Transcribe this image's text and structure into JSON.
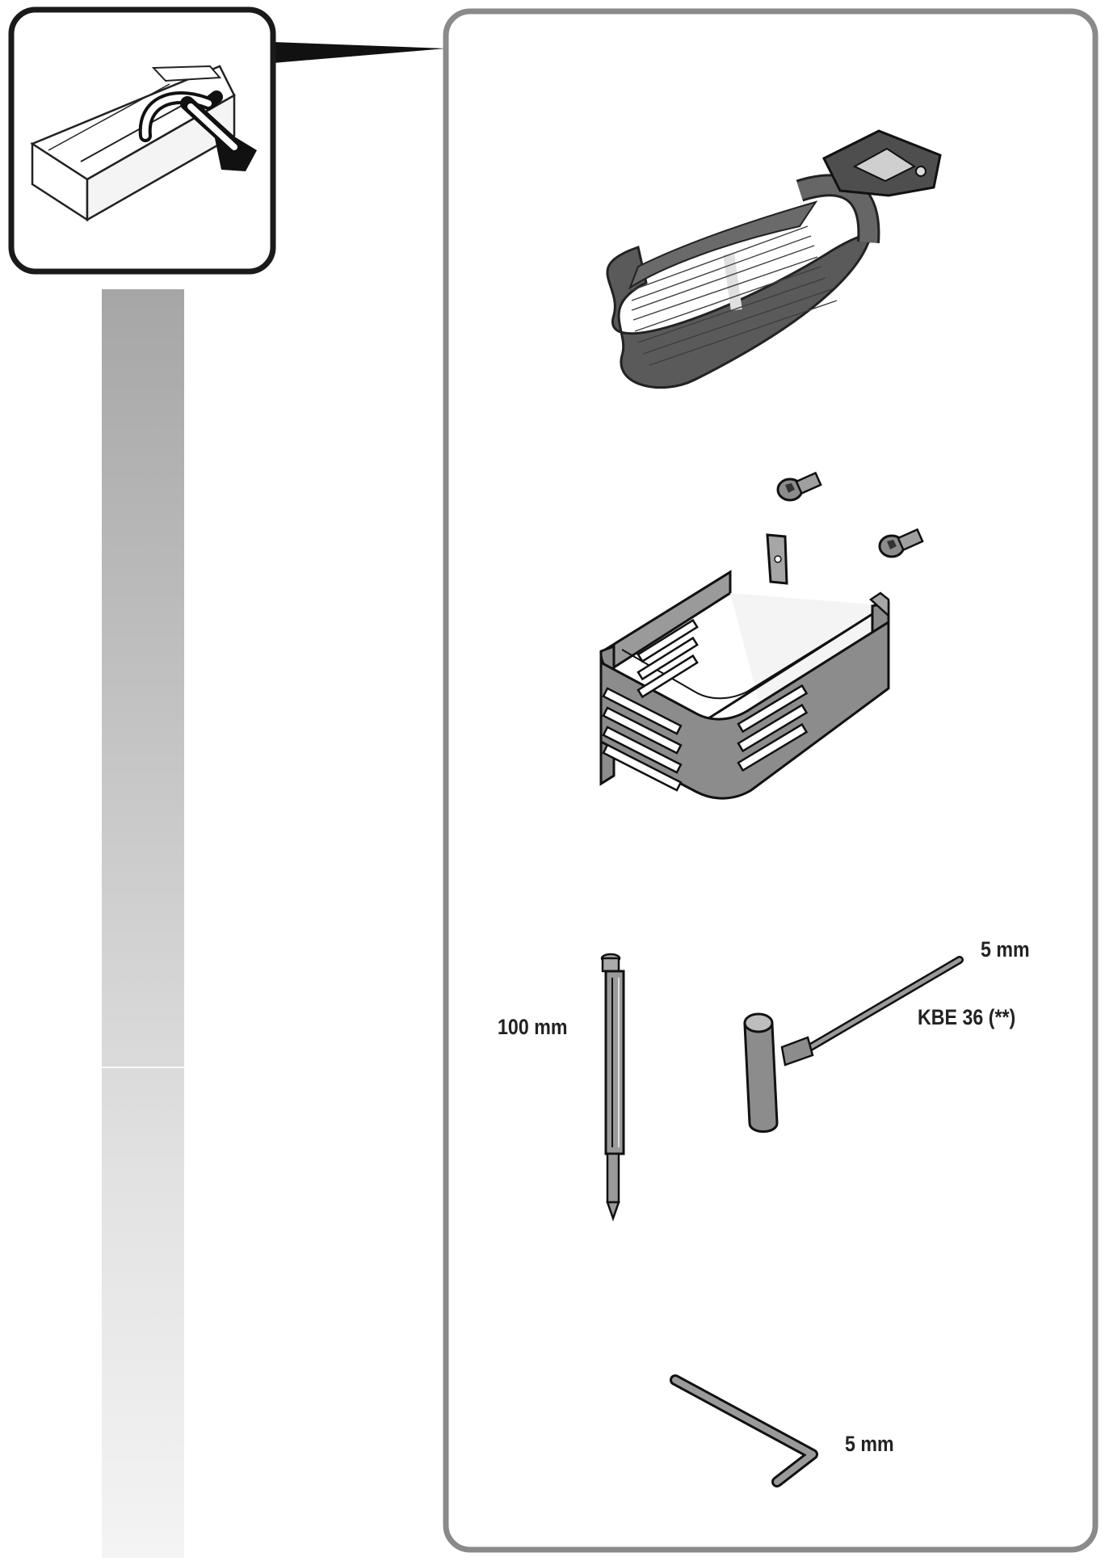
{
  "labels": {
    "pin_length": "100 mm",
    "key_size_top": "5 mm",
    "key_model": "KBE 36 (**)",
    "hex_key_size": "5 mm"
  },
  "icons": {
    "open_box": "open-box-icon",
    "strap": "ratchet-strap-icon",
    "bracket": "mounting-bracket-icon",
    "screw": "socket-screw-icon",
    "pin": "centering-pin-icon",
    "t_key": "t-handle-key-icon",
    "hex_key": "hex-key-icon"
  },
  "colors": {
    "frame": "#8a8a8a",
    "box_border": "#1a1a1a",
    "part_fill": "#8c8c8c",
    "strap_fill": "#5a5a5a"
  }
}
